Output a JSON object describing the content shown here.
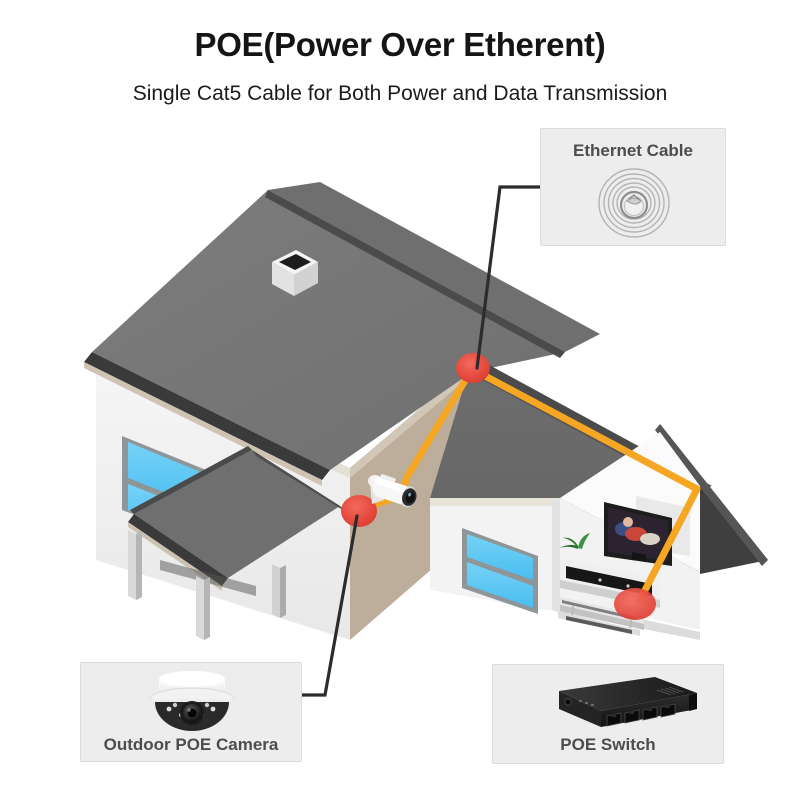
{
  "header": {
    "title": "POE(Power Over Etherent)",
    "subtitle": "Single Cat5 Cable for Both Power and Data Transmission"
  },
  "callouts": [
    {
      "id": "ethernet-cable",
      "label": "Ethernet Cable",
      "icon": "coiled-ethernet-cable-icon",
      "label_position": "top"
    },
    {
      "id": "outdoor-poe-camera",
      "label": "Outdoor POE Camera",
      "icon": "dome-camera-icon",
      "label_position": "bottom"
    },
    {
      "id": "poe-switch",
      "label": "POE Switch",
      "icon": "network-switch-icon",
      "label_position": "bottom"
    }
  ],
  "diagram": {
    "scene": "isometric-house-cutaway",
    "elements": [
      "main-roof",
      "chimney",
      "gable-wall",
      "left-wall",
      "front-wall",
      "carport-roof",
      "carport-posts",
      "window-upper-left",
      "window-lower-right",
      "bullet-camera",
      "television",
      "tv-stand",
      "coffee-table",
      "plant"
    ],
    "cable_run": {
      "name": "poe-cat5-cable",
      "color": "#F5A623",
      "endpoints": [
        "camera-connection-point",
        "switch-connection-point"
      ],
      "connection_markers": 3
    },
    "connection_marker_color": "#E8443A",
    "leader_lines": 2
  },
  "colors": {
    "roof": "#757575",
    "roof_dark": "#3e3e3e",
    "wall_light": "#f1f1f1",
    "wall_tan": "#bdae9c",
    "window_glass": "#5bc8f5",
    "window_frame": "#7a8488",
    "cable_orange": "#F5A623",
    "marker_red": "#E8443A",
    "callout_bg": "#ededed",
    "callout_border": "#dcdcdc",
    "text_dark": "#151515",
    "text_caption": "#4d4d4d"
  }
}
